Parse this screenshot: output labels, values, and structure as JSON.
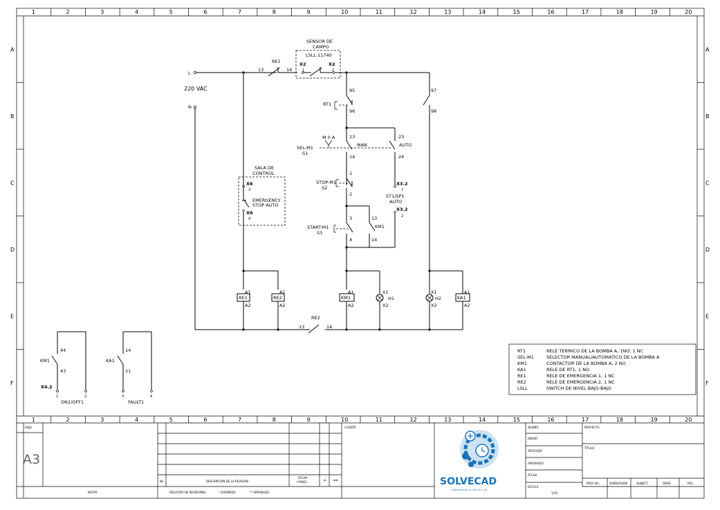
{
  "columns": [
    "1",
    "2",
    "3",
    "4",
    "5",
    "6",
    "7",
    "8",
    "9",
    "10",
    "11",
    "12",
    "13",
    "14",
    "15",
    "16",
    "17",
    "18",
    "19",
    "20"
  ],
  "rows": [
    "A",
    "B",
    "C",
    "D",
    "E",
    "F"
  ],
  "supply": {
    "l_label": "L",
    "n_label": "N",
    "voltage": "220 VAC"
  },
  "sensor": {
    "title1": "SENSOR DE",
    "title2": "CAMPO",
    "model": "LSLL 11740",
    "term_left": "X2",
    "term_right": "X2",
    "pin1": "1",
    "pin2": "2"
  },
  "re1_contact": {
    "label": "RE1",
    "pin_a": "13",
    "pin_b": "14"
  },
  "rt1": {
    "label": "RT1",
    "pin95": "95",
    "pin96": "96",
    "pin97": "97",
    "pin98": "98"
  },
  "sel": {
    "label": "SEL-M1",
    "sub": "S1",
    "positions": "M 0 A",
    "man": "MAN",
    "auto": "AUTO",
    "pin13": "13",
    "pin14": "14",
    "pin23": "23",
    "pin24": "24"
  },
  "control_room": {
    "title1": "SALA DE",
    "title2": "CONTROL",
    "term_top": "X6",
    "pin_top": "3",
    "desc1": "EMERGENCY",
    "desc2": "STOP AUTO",
    "term_bot": "X6",
    "pin_bot": "4"
  },
  "stop": {
    "label": "STOP-M1",
    "sub": "S2",
    "pin1": "1",
    "pin2": "2"
  },
  "st1": {
    "term_top": "X3.2",
    "pin_top": "1",
    "label1": "ST1/SP1",
    "label2": "AUTO",
    "term_bot": "X3.2",
    "pin_bot": "2"
  },
  "start": {
    "label": "START-M1",
    "sub": "S3",
    "pin3": "3",
    "pin4": "4"
  },
  "km1_hold": {
    "label": "KM1",
    "pin13": "13",
    "pin14": "14"
  },
  "coils": [
    {
      "name": "RE1",
      "a1": "A1",
      "a2": "A2"
    },
    {
      "name": "RE2",
      "a1": "A1",
      "a2": "A2"
    },
    {
      "name": "KM1",
      "a1": "A1",
      "a2": "A2"
    },
    {
      "name": "KA1",
      "a1": "A1",
      "a2": "A2"
    }
  ],
  "lamps": [
    {
      "name": "H1",
      "x1": "X1",
      "x2": "X2"
    },
    {
      "name": "H2",
      "x1": "X1",
      "x2": "X2"
    }
  ],
  "re2_contact": {
    "label": "RE2",
    "pin_a": "13",
    "pin_b": "14"
  },
  "aux_km1": {
    "label": "KM1",
    "pin44": "44",
    "pin43": "43",
    "term": "X4.2",
    "p1": "1",
    "p2": "2",
    "caption": "ON1/OFF1"
  },
  "aux_ka1": {
    "label": "KA1",
    "pin14": "14",
    "pin11": "11",
    "p3": "3",
    "p4": "4",
    "caption": "FAULT1"
  },
  "legend": [
    {
      "tag": "RT1",
      "desc": "RELE TERMICO DE LA BOMBA A, 1NO, 1 NC"
    },
    {
      "tag": "SEL-M1",
      "desc": "SELECTOR MANUAL/AUTOMATICO DE LA BOMBA A"
    },
    {
      "tag": "KM1",
      "desc": "CONTACTOR DE LA BOMBA A, 2 NO"
    },
    {
      "tag": "KA1",
      "desc": "RELE DE RT1, 1 NO"
    },
    {
      "tag": "RE1",
      "desc": "RELE DE EMERGENCIA 1, 1 NC"
    },
    {
      "tag": "RE2",
      "desc": "RELE DE EMERGENCIA 2, 1 NC"
    },
    {
      "tag": "LSLL",
      "desc": "SWITCH DE NIVEL BAJO-BAJO"
    }
  ],
  "titleblock": {
    "hoja": "HOJA",
    "sheet_size": "A3",
    "notas": "NOTAS",
    "no": "No",
    "descripcion": "DESCRIPCION DE LA REVISION",
    "fecha1": "FECHA",
    "fecha2": "(Y/M/D)",
    "star1": "*",
    "star2": "**",
    "registro": "REGISTRO DE REVISIONES",
    "disenado": "* DISEÑADO",
    "aprobado": "** APROBADO",
    "cliente": "CLIENTE",
    "brand": "SOLVECAD",
    "tagline": "Especialistas en Cad 2D y 3D",
    "diseno": "DISEÑO",
    "dibujo": "DIBUJO",
    "revisado": "REVISADO",
    "aprobado2": "APROBADO",
    "fecha": "FECHA",
    "escala": "ESCALA",
    "escala_val": "1/10",
    "proyecto": "PROYECTO",
    "titulo": "TÍTULO",
    "proy_no": "PROY. No.",
    "subdivision": "SUBDIVISION",
    "subject": "SUBJECT",
    "serie": "SERIE",
    "rev": "REV."
  },
  "colors": {
    "logo_blue": "#1a73b8",
    "logo_light": "#6fa9d8"
  }
}
